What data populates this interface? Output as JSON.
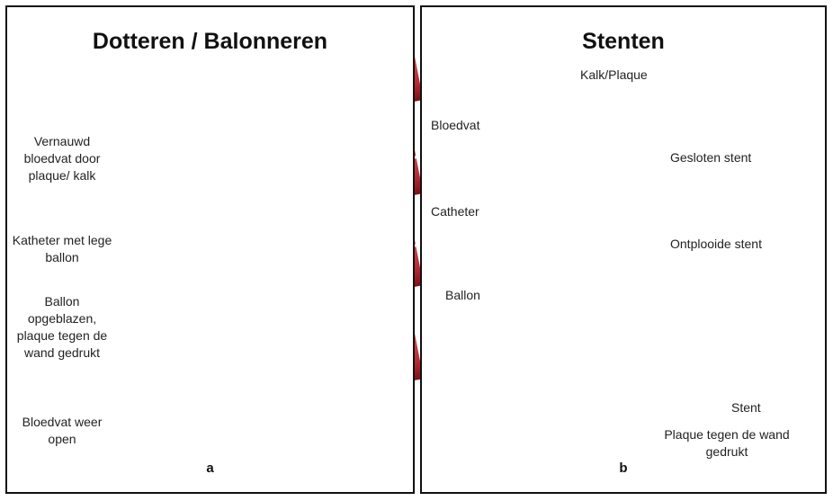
{
  "panel_a": {
    "title": "Dotteren / Balonneren",
    "sublabel": "a",
    "steps": [
      {
        "label": "Vernauwd bloedvat door plaque/ kalk"
      },
      {
        "label": "Katheter met lege ballon"
      },
      {
        "label": "Ballon opgeblazen, plaque tegen de wand gedrukt"
      },
      {
        "label": "Bloedvat weer open"
      }
    ]
  },
  "panel_b": {
    "title": "Stenten",
    "sublabel": "b",
    "labels": {
      "kalk": "Kalk/Plaque",
      "bloedvat": "Bloedvat",
      "gesloten": "Gesloten stent",
      "catheter": "Catheter",
      "ontplooide": "Ontplooide stent",
      "ballon": "Ballon",
      "stent": "Stent",
      "plaque_wand": "Plaque tegen de wand gedrukt"
    }
  },
  "colors": {
    "vessel_wall": "#9c1d26",
    "vessel_inner": "#b92e3a",
    "plaque": "#e6c24a",
    "plaque_core": "#f4e08a",
    "balloon": "#e8e8e8",
    "border": "#111111"
  }
}
